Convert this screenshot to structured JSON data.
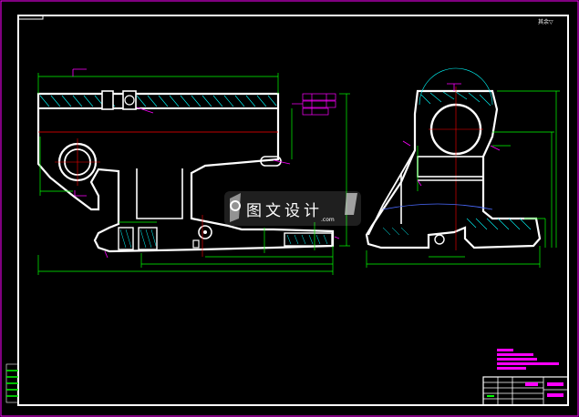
{
  "drawing": {
    "top_right_note": "其余▽",
    "colors": {
      "outline": "#ffffff",
      "dimension": "#00ff00",
      "leader": "#ff00ff",
      "hatch": "#00ffff",
      "centerline": "#ff0000",
      "background": "#000000"
    }
  },
  "watermark": {
    "text": "图文设计",
    "sub": ".com",
    "icon": "watermark-logo-icon"
  }
}
